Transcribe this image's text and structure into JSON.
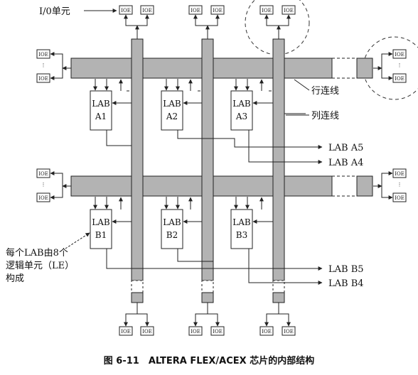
{
  "labels": {
    "io_cell": "I/0单元",
    "row_interconnect": "行连线",
    "col_interconnect": "列连线",
    "lab_note_line1": "每个LAB由8个",
    "lab_note_line2": "逻辑单元（LE）",
    "lab_note_line3": "构成"
  },
  "ioe_label": "IOE",
  "ellipsis": "⋮",
  "labs_row_a": [
    {
      "line1": "LAB",
      "line2": "A1"
    },
    {
      "line1": "LAB",
      "line2": "A2"
    },
    {
      "line1": "LAB",
      "line2": "A3"
    }
  ],
  "labs_row_b": [
    {
      "line1": "LAB",
      "line2": "B1"
    },
    {
      "line1": "LAB",
      "line2": "B2"
    },
    {
      "line1": "LAB",
      "line2": "B3"
    }
  ],
  "outputs": {
    "a5": "LAB A5",
    "a4": "LAB A4",
    "b5": "LAB B5",
    "b4": "LAB B4"
  },
  "caption": "图 6-11　ALTERA FLEX/ACEX 芯片的内部结构",
  "colors": {
    "bus_fill": "#b3b3b3",
    "bus_light": "#d4d4d4",
    "line": "#222222"
  }
}
